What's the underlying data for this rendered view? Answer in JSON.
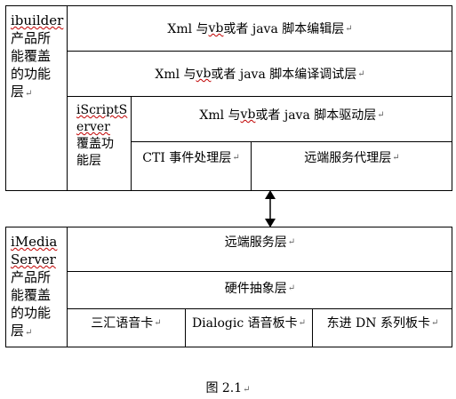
{
  "top": {
    "side_label_line1": "ibuilder",
    "side_label_line2": "产品所",
    "side_label_line3": "能覆盖",
    "side_label_line4": "的功能",
    "side_label_line5": "层",
    "row1": {
      "pre": "Xml 与 ",
      "vb": "vb",
      "post": " 或者 java 脚本编辑层"
    },
    "row2": {
      "pre": "Xml 与 ",
      "vb": "vb",
      "post": " 或者 java 脚本编译调试层"
    },
    "iscript": {
      "line1": "iScriptS",
      "line2": "erver",
      "line3": "覆盖功",
      "line4": "能层"
    },
    "row3": {
      "pre": "Xml 与 ",
      "vb": "vb",
      "post": " 或者 java 脚本驱动层"
    },
    "cti": "CTI 事件处理层",
    "remote_proxy": "远端服务代理层"
  },
  "bottom": {
    "side_label_line1": "iMedia",
    "side_label_line2": "Server",
    "side_label_line3": "产品所",
    "side_label_line4": "能覆盖",
    "side_label_line5": "的功能",
    "side_label_line6": "层",
    "remote_service": "远端服务层",
    "hardware": "硬件抽象层",
    "card1": "三汇语音卡",
    "card2": "Dialogic 语音板卡",
    "card3": "东进 DN 系列板卡"
  },
  "caption": "图 2.1",
  "mark": "↵"
}
